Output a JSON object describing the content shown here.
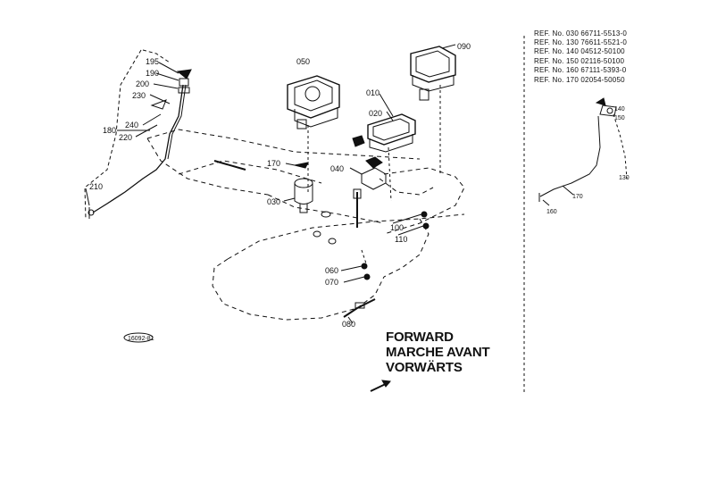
{
  "references": [
    "REF. No. 030 66711-5513-0",
    "REF. No. 130 76611-5521-0",
    "REF. No. 140 04512-50100",
    "REF. No. 150 02116-50100",
    "REF. No. 160 67111-5393-0",
    "REF. No. 170 02054-50050"
  ],
  "direction": {
    "line1": "FORWARD",
    "line2": "MARCHE AVANT",
    "line3": "VORWÄRTS"
  },
  "stamp": "16092-81",
  "labels": {
    "p195": "195",
    "p190": "190",
    "p200": "200",
    "p230": "230",
    "p240": "240",
    "p220": "220",
    "p180": "180",
    "p210": "210",
    "p050": "050",
    "p090": "090",
    "p010": "010",
    "p020": "020",
    "p170": "170",
    "p040": "040",
    "p030": "030",
    "p100": "100",
    "p110": "110",
    "p060": "060",
    "p070": "070",
    "p080": "080",
    "p140": "140",
    "p150": "150",
    "p170b": "170",
    "p160": "160",
    "p130": "130"
  }
}
